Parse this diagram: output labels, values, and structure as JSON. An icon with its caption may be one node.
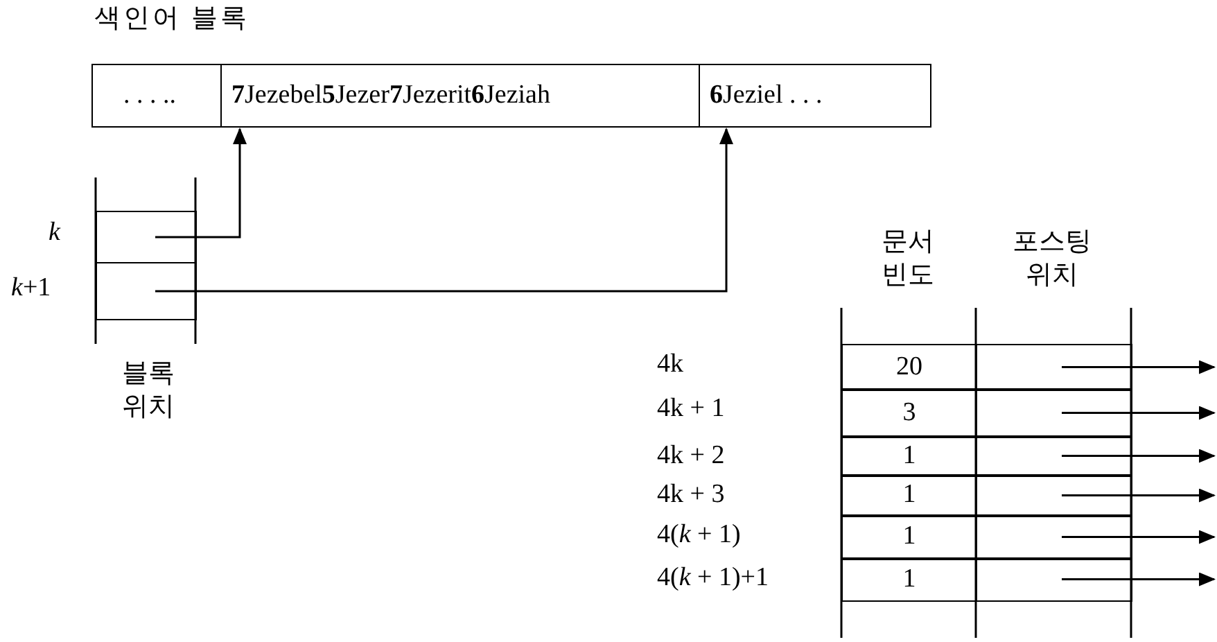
{
  "diagram": {
    "nodes": [
      {
        "text": [
          "색인어 블록"
        ]
      },
      {
        "text": [
          ". . . .."
        ],
        "in": 0
      },
      {
        "text": [
          "**7**Jezebel**5**Jezer**7**Jezerit**6**Jeziah"
        ],
        "in": 0
      },
      {
        "text": [
          "**6**Jeziel . . ."
        ],
        "in": 0
      },
      {
        "text": [
          "블록 위치"
        ]
      },
      {
        "text": [],
        "shape": "box",
        "in": 4,
        "beside": [
          "*k*"
        ]
      },
      {
        "text": [],
        "shape": "box",
        "in": 4,
        "beside": [
          "*k*+1"
        ]
      },
      {
        "text": [
          "문서 빈도",
          "포스팅 위치"
        ]
      },
      {
        "text": [
          "20"
        ],
        "in": 7
      },
      {
        "text": [
          "3"
        ],
        "in": 7
      },
      {
        "text": [
          "1"
        ],
        "in": 7
      },
      {
        "text": [
          "1"
        ],
        "in": 7
      },
      {
        "text": [
          "1"
        ],
        "in": 7
      },
      {
        "text": [
          "1"
        ],
        "in": 7
      },
      {
        "text": [],
        "shape": "box",
        "in": 7
      },
      {
        "text": [],
        "shape": "box",
        "in": 7
      },
      {
        "text": [],
        "shape": "box",
        "in": 7
      },
      {
        "text": [],
        "shape": "box",
        "in": 7
      },
      {
        "text": [],
        "shape": "box",
        "in": 7
      },
      {
        "text": [],
        "shape": "box",
        "in": 7
      }
    ],
    "edges": [
      {
        "from": 5,
        "to": 2,
        "arrow": "to"
      },
      {
        "from": 6,
        "to": 3,
        "arrow": "to"
      },
      {
        "from": 14,
        "to": null,
        "arrow": "to"
      },
      {
        "from": 15,
        "to": null,
        "arrow": "to"
      },
      {
        "from": 16,
        "to": null,
        "arrow": "to"
      },
      {
        "from": 17,
        "to": null,
        "arrow": "to"
      },
      {
        "from": 18,
        "to": null,
        "arrow": "to"
      },
      {
        "from": 19,
        "to": null,
        "arrow": "to"
      }
    ],
    "labels": [
      "4k",
      "4k + 1",
      "4k + 2",
      "4k + 3",
      "4(*k* + 1)",
      "4(*k* + 1)+1"
    ]
  }
}
